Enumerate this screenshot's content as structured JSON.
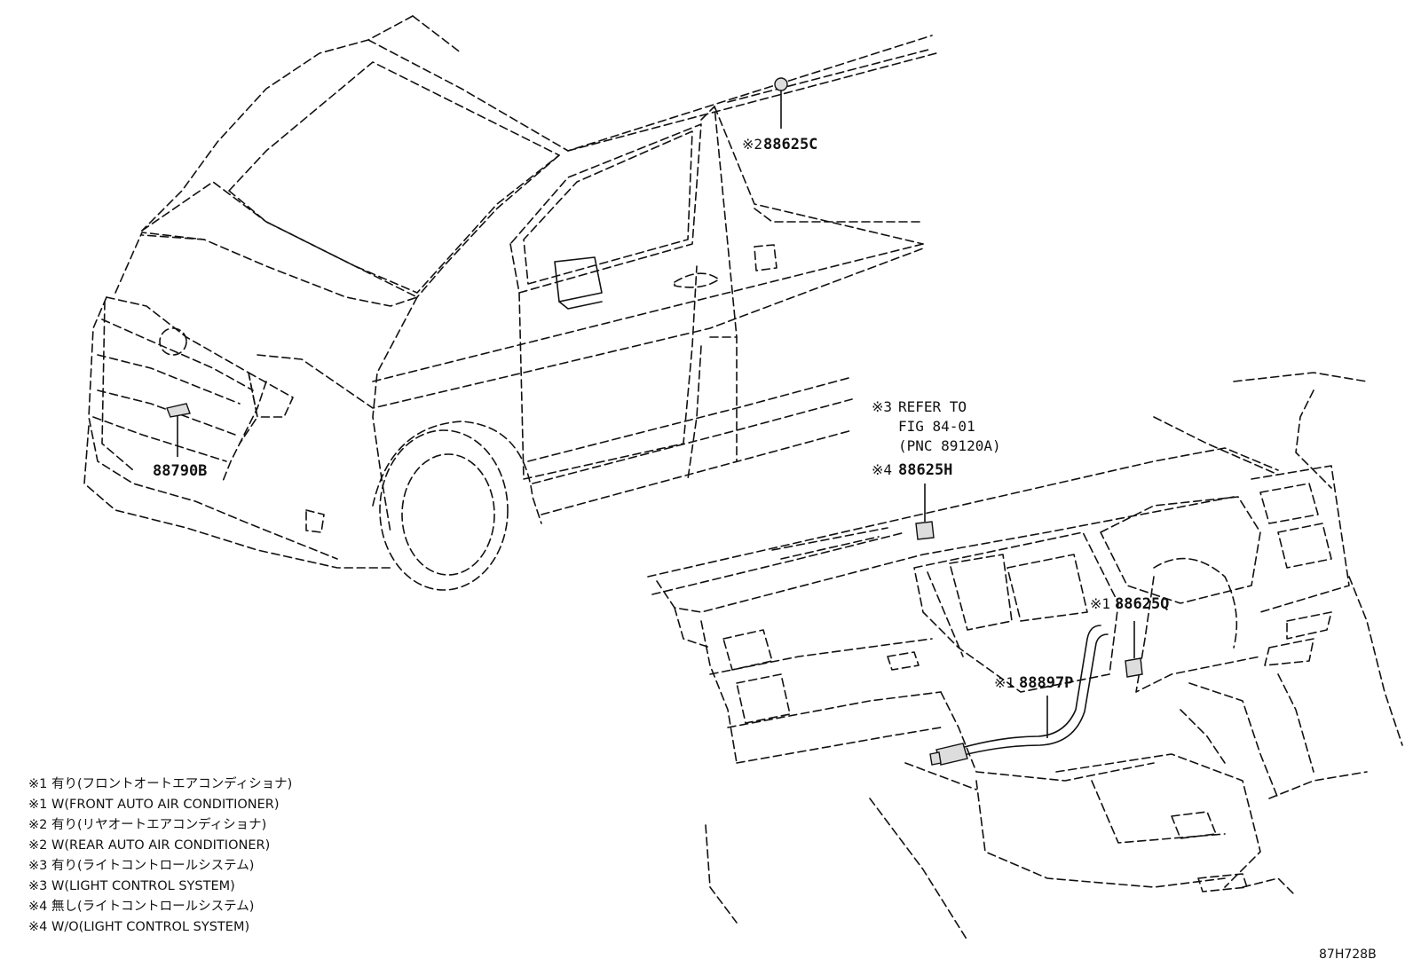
{
  "callouts": {
    "c_88625C": {
      "mark": "※2",
      "code": "88625C"
    },
    "c_88790B": {
      "code": "88790B"
    },
    "c_88625H": {
      "mark": "※4",
      "code": "88625H"
    },
    "c_88625Q": {
      "mark": "※1",
      "code": "88625Q"
    },
    "c_88897P": {
      "mark": "※1",
      "code": "88897P"
    },
    "refer": {
      "mark": "※3",
      "line1": "REFER TO",
      "line2": "FIG 84-01",
      "line3": "(PNC 89120A)"
    }
  },
  "legend": [
    "※1 有り(フロントオートエアコンディショナ)",
    "※1 W(FRONT AUTO AIR CONDITIONER)",
    "※2 有り(リヤオートエアコンディショナ)",
    "※2 W(REAR AUTO AIR CONDITIONER)",
    "※3 有り(ライトコントロールシステム)",
    "※3 W(LIGHT CONTROL SYSTEM)",
    "※4 無し(ライトコントロールシステム)",
    "※4 W/O(LIGHT CONTROL SYSTEM)"
  ],
  "figure_id": "87H728B"
}
